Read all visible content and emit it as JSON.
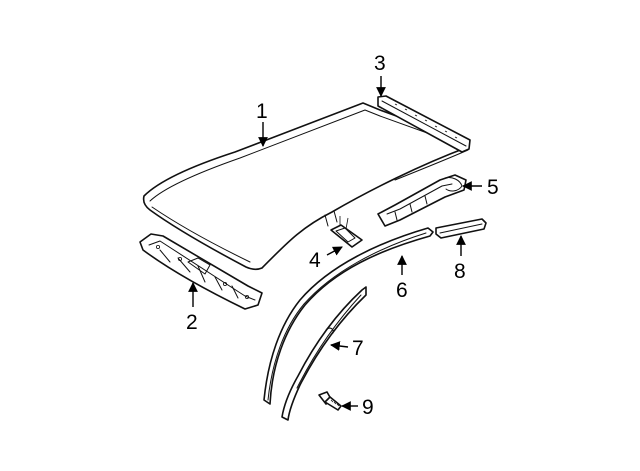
{
  "callouts": {
    "c1": "1",
    "c2": "2",
    "c3": "3",
    "c4": "4",
    "c5": "5",
    "c6": "6",
    "c7": "7",
    "c8": "8",
    "c9": "9"
  },
  "colors": {
    "line": "#111111",
    "background": "#ffffff"
  }
}
